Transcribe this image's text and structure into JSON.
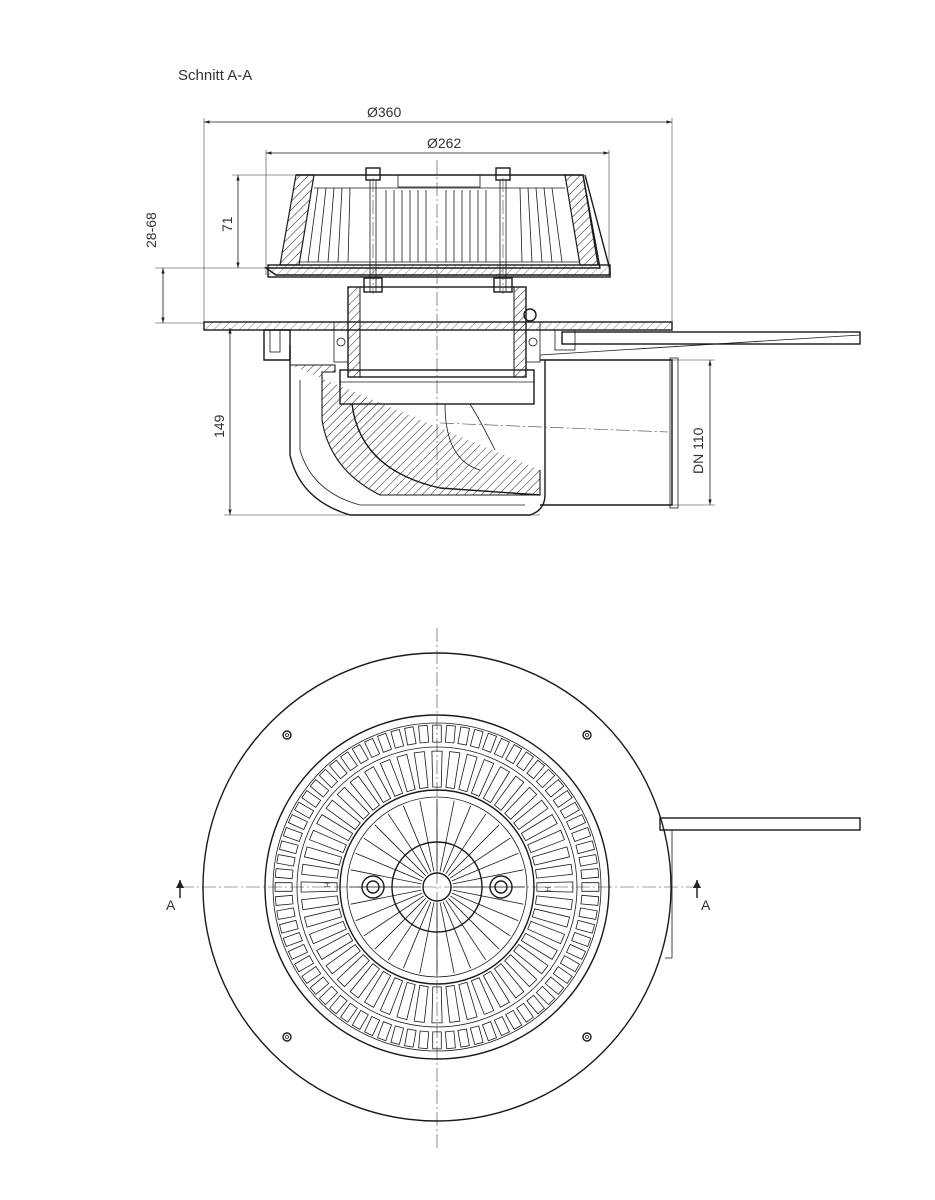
{
  "section_title": "Schnitt A-A",
  "dimensions": {
    "outer_diameter": "Ø360",
    "inner_diameter": "Ø262",
    "height_range": "28-68",
    "grate_height": "71",
    "body_depth": "149",
    "outlet_size": "DN 110"
  },
  "section_markers": {
    "left": "A",
    "right": "A"
  },
  "height_marks": {
    "left": "H",
    "right": "H"
  }
}
